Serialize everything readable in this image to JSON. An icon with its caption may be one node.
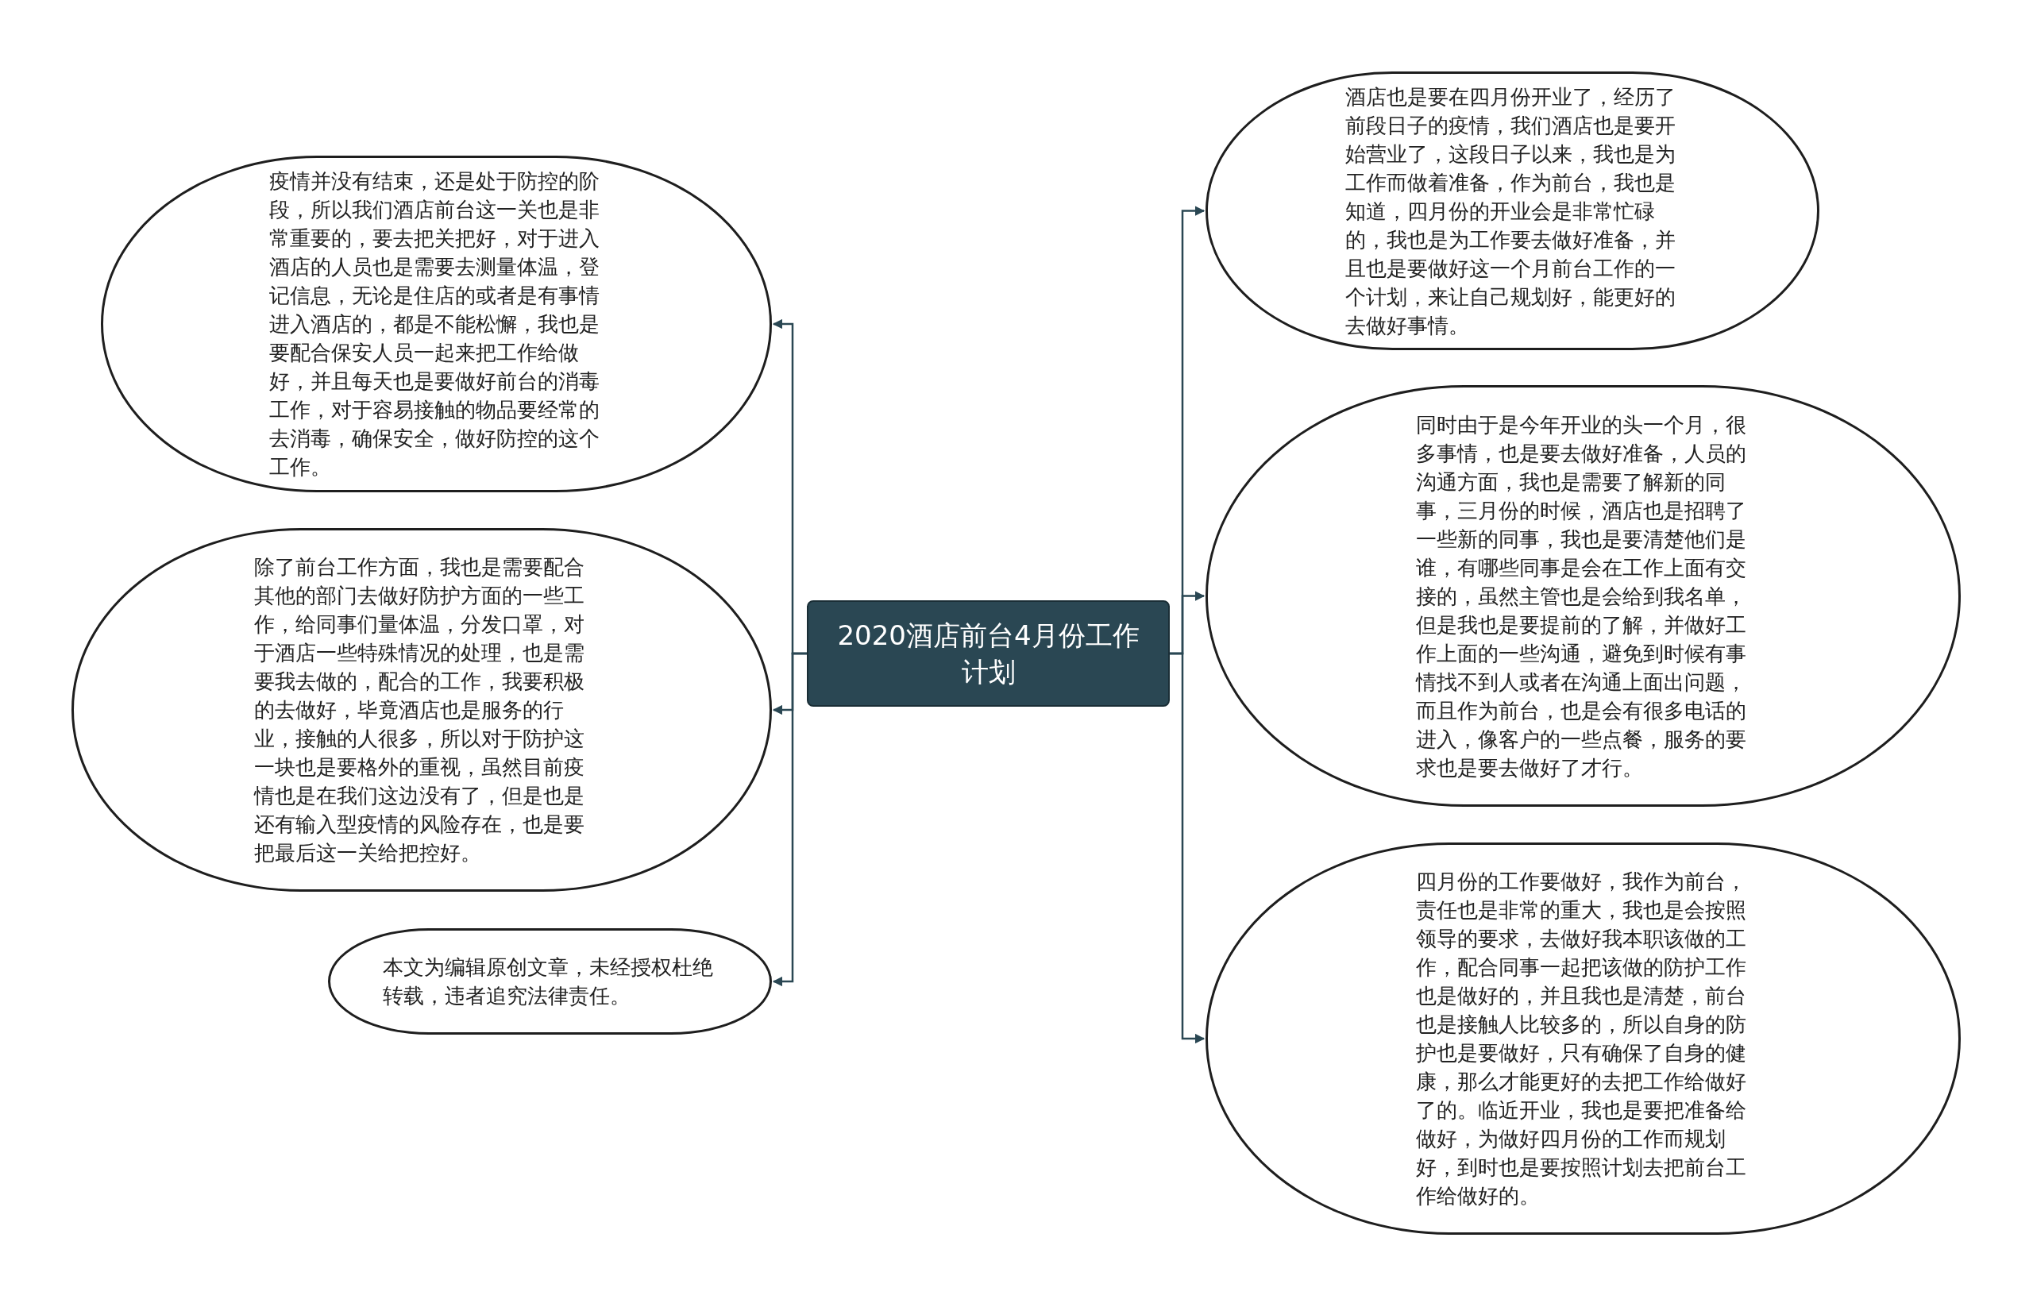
{
  "diagram": {
    "nodes": [
      {
        "text": [
          "2020酒店前台4月份工作计划"
        ]
      },
      {
        "text": [
          "疫情并没有结束，还是处于防控的阶段，所以我们酒店前台这一关也是非常重要的，要去把关把好，对于进入酒店的人员也是需要去测量体温，登记信息，无论是住店的或者是有事情进入酒店的，都是不能松懈，我也是要配合保安人员一起来把工作给做好，并且每天也是要做好前台的消毒工作，对于容易接触的物品要经常的去消毒，确保安全，做好防控的这个工作。"
        ]
      },
      {
        "text": [
          "除了前台工作方面，我也是需要配合其他的部门去做好防护方面的一些工作，给同事们量体温，分发口罩，对于酒店一些特殊情况的处理，也是需要我去做的，配合的工作，我要积极的去做好，毕竟酒店也是服务的行业，接触的人很多，所以对于防护这一块也是要格外的重视，虽然目前疫情也是在我们这边没有了，但是也是还有输入型疫情的风险存在，也是要把最后这一关给把控好。"
        ]
      },
      {
        "text": [
          "本文为编辑原创文章，未经授权杜绝转载，违者追究法律责任。"
        ]
      },
      {
        "text": [
          "酒店也是要在四月份开业了，经历了前段日子的疫情，我们酒店也是要开始营业了，这段日子以来，我也是为工作而做着准备，作为前台，我也是知道，四月份的开业会是非常忙碌的，我也是为工作要去做好准备，并且也是要做好这一个月前台工作的一个计划，来让自己规划好，能更好的去做好事情。"
        ]
      },
      {
        "text": [
          "同时由于是今年开业的头一个月，很多事情，也是要去做好准备，人员的沟通方面，我也是需要了解新的同事，三月份的时候，酒店也是招聘了一些新的同事，我也是要清楚他们是谁，有哪些同事是会在工作上面有交接的，虽然主管也是会给到我名单，但是我也是要提前的了解，并做好工作上面的一些沟通，避免到时候有事情找不到人或者在沟通上面出问题，而且作为前台，也是会有很多电话的进入，像客户的一些点餐，服务的要求也是要去做好了才行。"
        ]
      },
      {
        "text": [
          "四月份的工作要做好，我作为前台，责任也是非常的重大，我也是会按照领导的要求，去做好我本职该做的工作，配合同事一起把该做的防护工作也是做好的，并且我也是清楚，前台也是接触人比较多的，所以自身的防护也是要做好，只有确保了自身的健康，那么才能更好的去把工作给做好了的。临近开业，我也是要把准备给做好，为做好四月份的工作而规划好，到时也是要按照计划去把前台工作给做好的。"
        ]
      }
    ],
    "edges": [
      {
        "from": 0,
        "to": 1,
        "arrow": "to"
      },
      {
        "from": 0,
        "to": 2,
        "arrow": "to"
      },
      {
        "from": 0,
        "to": 3,
        "arrow": "to"
      },
      {
        "from": 0,
        "to": 4,
        "arrow": "to"
      },
      {
        "from": 0,
        "to": 5,
        "arrow": "to"
      },
      {
        "from": 0,
        "to": 6,
        "arrow": "to"
      }
    ]
  }
}
